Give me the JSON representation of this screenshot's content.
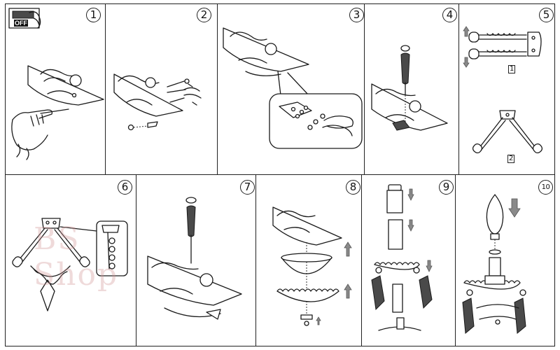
{
  "steps": [
    {
      "number": "1"
    },
    {
      "number": "2"
    },
    {
      "number": "3"
    },
    {
      "number": "4"
    },
    {
      "number": "5"
    },
    {
      "number": "6"
    },
    {
      "number": "7"
    },
    {
      "number": "8"
    },
    {
      "number": "9"
    },
    {
      "number": "10"
    }
  ],
  "switch_label": "OFF",
  "sub_labels": [
    "1",
    "2"
  ],
  "watermark": "BS Shop",
  "colors": {
    "line": "#1a1a1a",
    "arrow_gray": "#8a8a8a",
    "watermark": "#d29696"
  }
}
